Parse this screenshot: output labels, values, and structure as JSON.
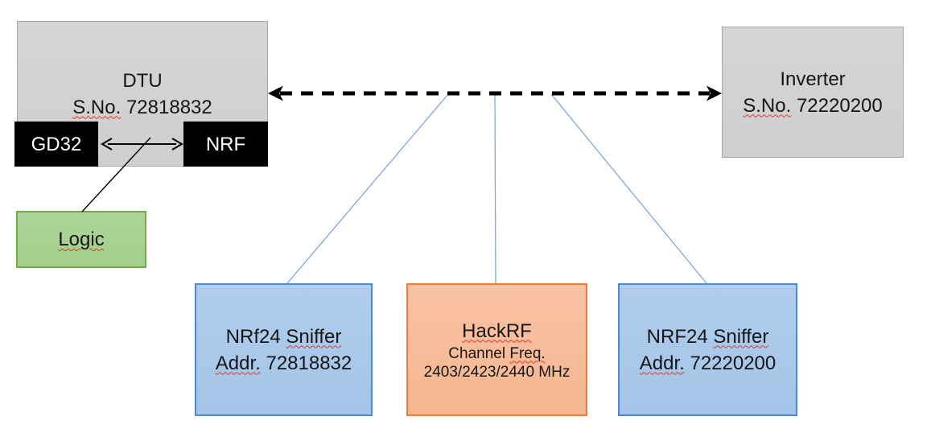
{
  "diagram": {
    "dtu": {
      "name": "DTU",
      "serial_label": "S.No.",
      "serial": "72818832"
    },
    "gd32": {
      "label": "GD32"
    },
    "nrf": {
      "label": "NRF"
    },
    "logic": {
      "label": "Logic"
    },
    "inverter": {
      "name": "Inverter",
      "serial_label": "S.No.",
      "serial": "72220200"
    },
    "sniffer_left": {
      "model": "NRf24",
      "device_word": "Sniffer",
      "addr_label": "Addr.",
      "addr": "72818832"
    },
    "hackrf": {
      "name": "HackRF",
      "channel_word": "Channel",
      "freq_word": "Freq.",
      "frequencies": "2403/2423/2440 MHz"
    },
    "sniffer_right": {
      "model": "NRF24",
      "device_word": "Sniffer",
      "addr_label": "Addr.",
      "addr": "72220200"
    }
  },
  "colors": {
    "gray_fill": "#d2d2d2",
    "gray_border": "#a6a6a6",
    "black_fill": "#000000",
    "green_fill": "#a9d18e",
    "green_border": "#70ad47",
    "blue_fill": "#aac8ea",
    "blue_border": "#5089c8",
    "orange_fill": "#f7bc9d",
    "orange_border": "#ed7d31",
    "connector_blue": "#7da7d8",
    "arrow_black": "#000000",
    "spellcheck_red": "#dd3a28"
  }
}
